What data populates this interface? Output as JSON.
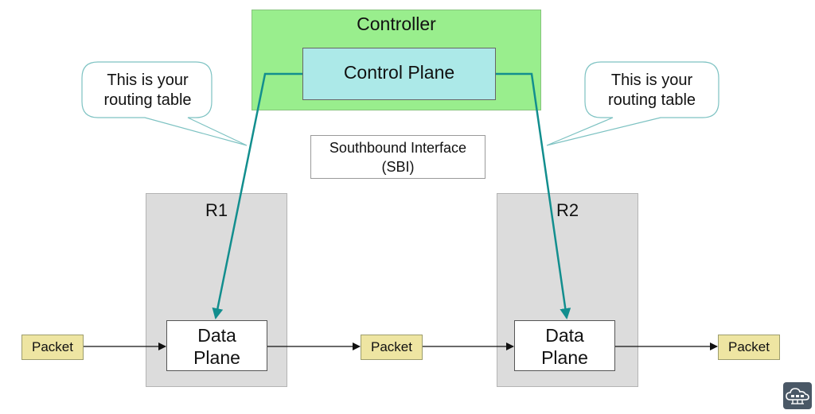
{
  "controller": {
    "title": "Controller"
  },
  "control_plane": {
    "label": "Control Plane"
  },
  "sbi": {
    "line1": "Southbound Interface",
    "line2": "(SBI)"
  },
  "routers": [
    {
      "name": "R1",
      "data_plane_line1": "Data",
      "data_plane_line2": "Plane"
    },
    {
      "name": "R2",
      "data_plane_line1": "Data",
      "data_plane_line2": "Plane"
    }
  ],
  "packets": [
    {
      "label": "Packet"
    },
    {
      "label": "Packet"
    },
    {
      "label": "Packet"
    }
  ],
  "callouts": [
    {
      "line1": "This is your",
      "line2": "routing table"
    },
    {
      "line1": "This is your",
      "line2": "routing table"
    }
  ],
  "colors": {
    "controller_fill": "#99ee8d",
    "control_plane_fill": "#ace9e8",
    "router_fill": "#dcdcdc",
    "packet_fill": "#eee5a2",
    "sdn_link": "#128e8e"
  },
  "icons": {
    "corner_logo": "cloud-network-icon"
  }
}
